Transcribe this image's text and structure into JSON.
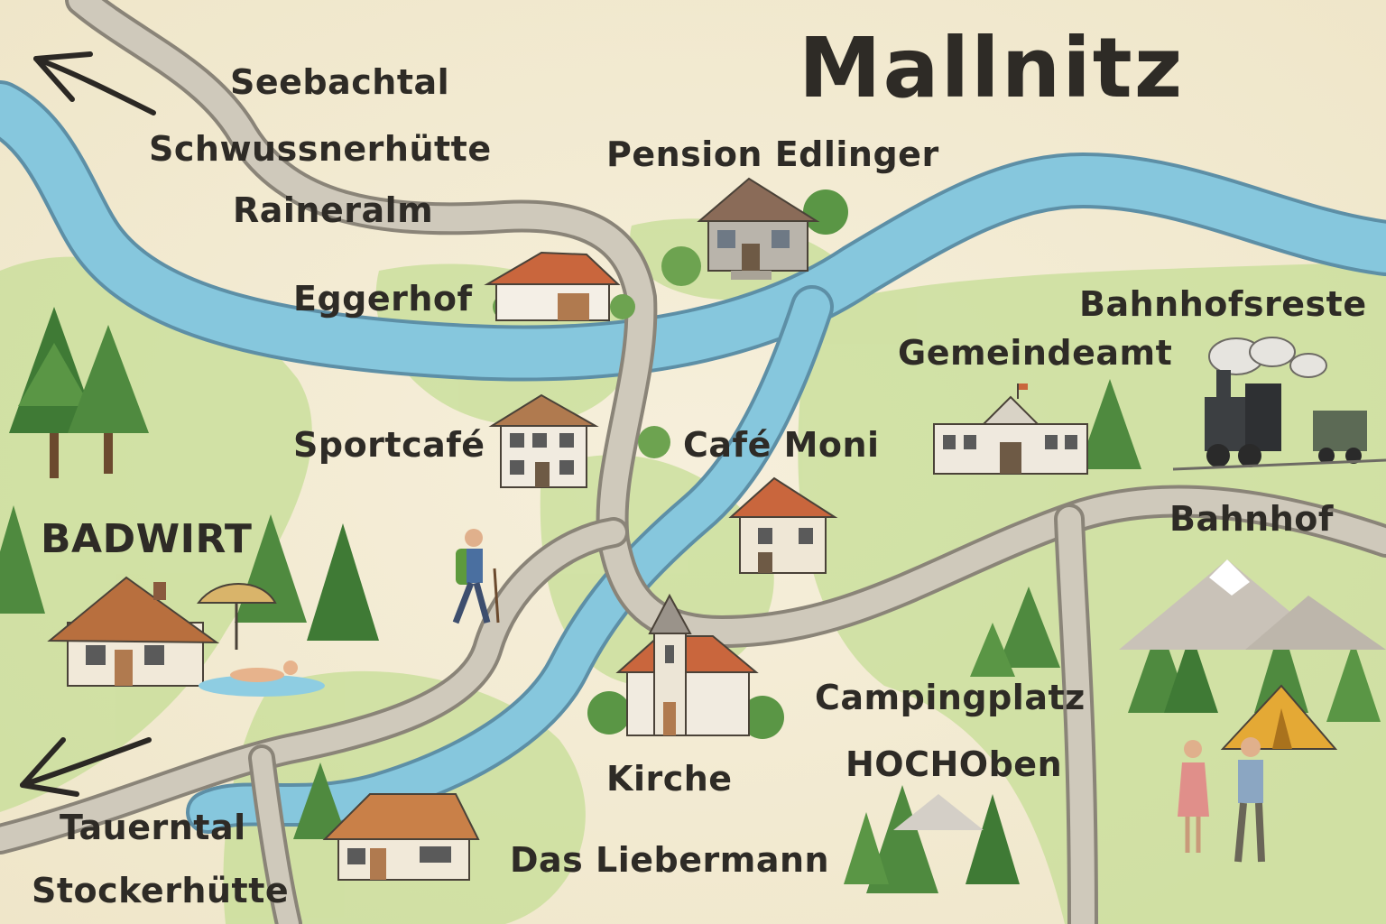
{
  "map": {
    "title": "Mallnitz",
    "colors": {
      "paper": "#f3ecd6",
      "river": "#7fc0d8",
      "road": "#c9c3b6",
      "meadow": "#bcd98a",
      "tree": "#4f8a3f"
    },
    "directions": {
      "north_west": [
        "Seebachtal",
        "Schwussnerhütte",
        "Raineralm"
      ],
      "south_west": [
        "Tauerntal",
        "Stockerhütte"
      ]
    },
    "places": {
      "pension": "Pension Edlinger",
      "eggerhof": "Eggerhof",
      "bahnhofsreste": "Bahnhofsreste",
      "gemeindeamt": "Gemeindeamt",
      "sportcafe": "Sportcafé",
      "cafe_moni": "Café Moni",
      "bahnhof": "Bahnhof",
      "badwirt": "BADWIRT",
      "camping_1": "Campingplatz",
      "camping_2": "HOCHOben",
      "kirche": "Kirche",
      "liebermann": "Das Liebermann"
    },
    "icons": [
      "arrow-icon",
      "house-icon",
      "church-icon",
      "train-icon",
      "tent-icon",
      "hiker-icon",
      "swimmer-icon",
      "tree-icon",
      "mountain-icon",
      "umbrella-icon",
      "couple-icon"
    ]
  }
}
